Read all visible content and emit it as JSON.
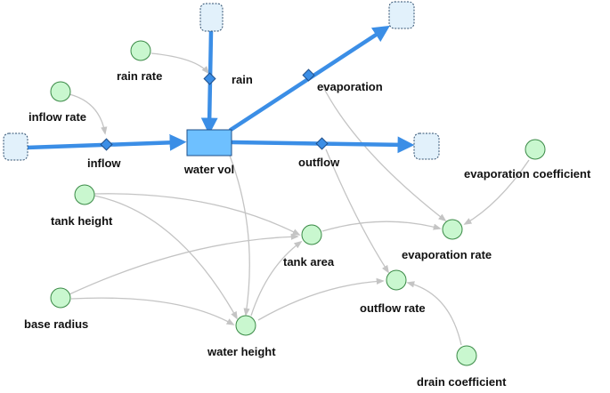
{
  "colors": {
    "flow": "#3b8ee6",
    "valve": "#3b8ee6",
    "valve_border": "#1f4f8a",
    "stock_fill": "#6ec0ff",
    "stock_border": "#1f4f8a",
    "variable_fill": "#c9f7cf",
    "variable_border": "#3a8a46",
    "cloud_fill": "#e2f1fb",
    "cloud_border": "#2f4f6f",
    "link": "#c4c4c4"
  },
  "stock": {
    "label": "water vol"
  },
  "flows": {
    "rain": {
      "label": "rain"
    },
    "evaporation": {
      "label": "evaporation"
    },
    "inflow": {
      "label": "inflow"
    },
    "outflow": {
      "label": "outflow"
    }
  },
  "variables": {
    "rain_rate": {
      "label": "rain rate"
    },
    "inflow_rate": {
      "label": "inflow rate"
    },
    "tank_height": {
      "label": "tank height"
    },
    "base_radius": {
      "label": "base radius"
    },
    "water_height": {
      "label": "water height"
    },
    "tank_area": {
      "label": "tank area"
    },
    "evaporation_rate": {
      "label": "evaporation rate"
    },
    "evaporation_coefficient": {
      "label": "evaporation coefficient"
    },
    "outflow_rate": {
      "label": "outflow rate"
    },
    "drain_coefficient": {
      "label": "drain coefficient"
    }
  }
}
